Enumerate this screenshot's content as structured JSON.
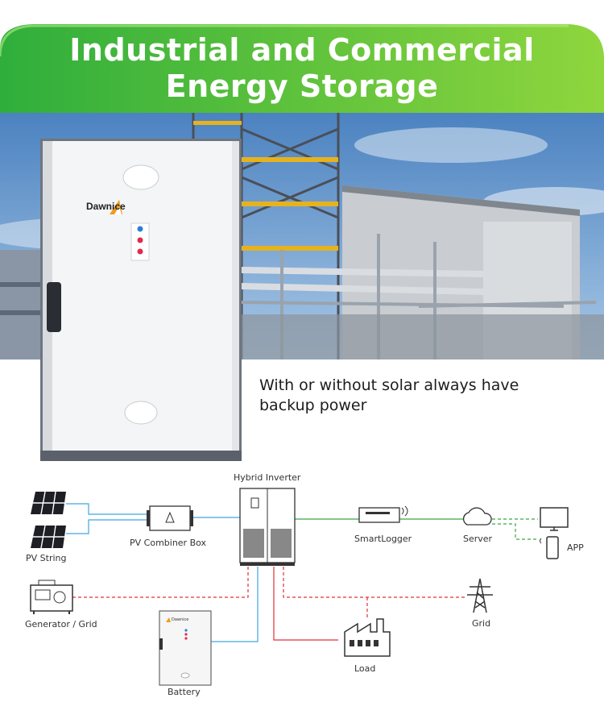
{
  "banner": {
    "title_line1": "Industrial and Commercial",
    "title_line2": "Energy Storage",
    "gradient_colors": [
      "#2fae3c",
      "#8fd63d"
    ]
  },
  "cabinet": {
    "brand": "Dawnice",
    "indicator_colors": [
      "#2a7fd4",
      "#e0294d",
      "#e0294d"
    ]
  },
  "tagline": {
    "line1": "With or without solar always have",
    "line2": "backup power"
  },
  "diagram": {
    "labels": {
      "hybrid_inverter": "Hybrid Inverter",
      "pv_string": "PV String",
      "pv_combiner_box": "PV Combiner Box",
      "smartlogger": "SmartLogger",
      "server": "Server",
      "app": "APP",
      "generator_grid": "Generator / Grid",
      "grid": "Grid",
      "battery": "Battery",
      "load": "Load",
      "battery_brand": "Dawnice"
    },
    "line_colors": {
      "dc": "#3fa7e0",
      "comm": "#39a845",
      "ac": "#e1303a"
    },
    "icons": [
      "solar-panel-icon",
      "combiner-box-icon",
      "inverter-icon",
      "smartlogger-icon",
      "cloud-icon",
      "monitor-icon",
      "phone-icon",
      "generator-icon",
      "pylon-icon",
      "factory-icon",
      "battery-cabinet-icon"
    ]
  }
}
